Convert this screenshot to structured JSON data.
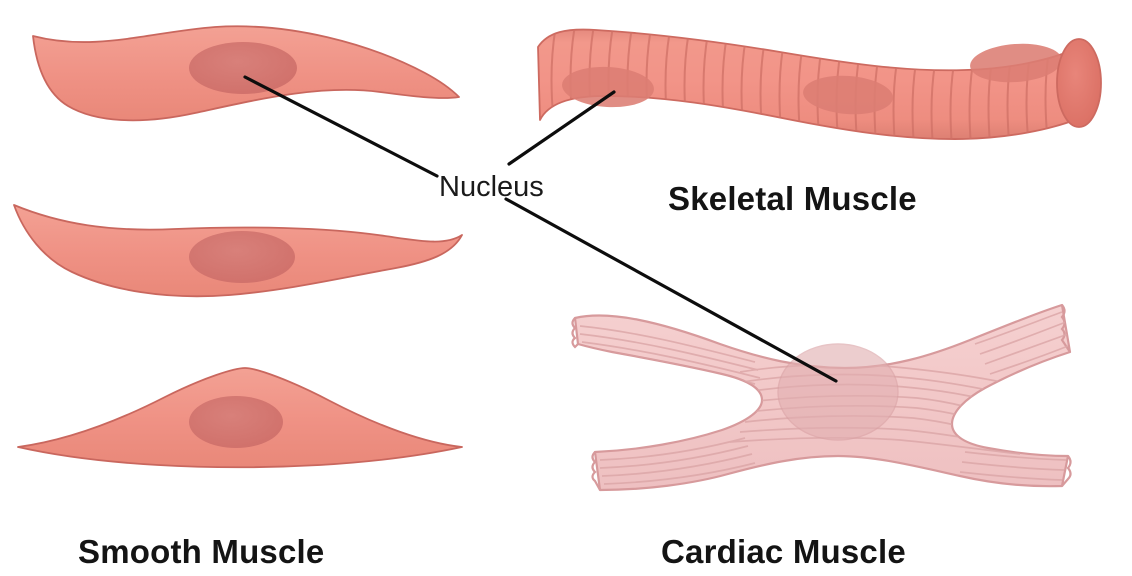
{
  "figure": {
    "title": "Muscle tissue types comparison diagram",
    "background_color": "#ffffff"
  },
  "labels": {
    "smooth": "Smooth Muscle",
    "skeletal": "Skeletal Muscle",
    "cardiac": "Cardiac Muscle",
    "nucleus": "Nucleus"
  },
  "colors": {
    "smooth_cell_fill": "#ef9184",
    "smooth_cell_stroke": "#c9675e",
    "smooth_nucleus_fill": "#d4766e",
    "skeletal_fill": "#f09286",
    "skeletal_stroke": "#cd6a60",
    "skeletal_striation": "#cf7065",
    "skeletal_nucleus_fill": "#dc7d73",
    "skeletal_lumen_fill": "#e0786c",
    "cardiac_fill": "#f2c8c8",
    "cardiac_stroke": "#d79a9c",
    "cardiac_striation": "#dca7a8",
    "cardiac_nucleus_fill": "#e2afb1",
    "leader_line": "#0d0d0d",
    "text": "#141414"
  },
  "cells": {
    "smooth": {
      "name": "smooth-muscle",
      "description": "Three spindle-shaped (fusiform) smooth muscle cells, each with a single central oval nucleus",
      "cell_count": 3,
      "nuclei_per_cell": 1,
      "nucleus_position": "central",
      "striated": false
    },
    "skeletal": {
      "name": "skeletal-muscle",
      "description": "Cylindrical multinucleated striated muscle fiber with peripheral nuclei and an open cut end",
      "cell_count": 1,
      "nuclei_visible": 3,
      "nucleus_position": "peripheral",
      "striated": true,
      "striation_count": 28,
      "striation_orientation": "transverse"
    },
    "cardiac": {
      "name": "cardiac-muscle",
      "description": "Branched cardiac muscle cell with a single large central nucleus, horizontal striations and scalloped intercalated disc ends",
      "cell_count": 1,
      "nuclei_visible": 1,
      "nucleus_position": "central",
      "striated": true,
      "striation_orientation": "longitudinal",
      "branched": true,
      "branch_count": 4
    }
  }
}
